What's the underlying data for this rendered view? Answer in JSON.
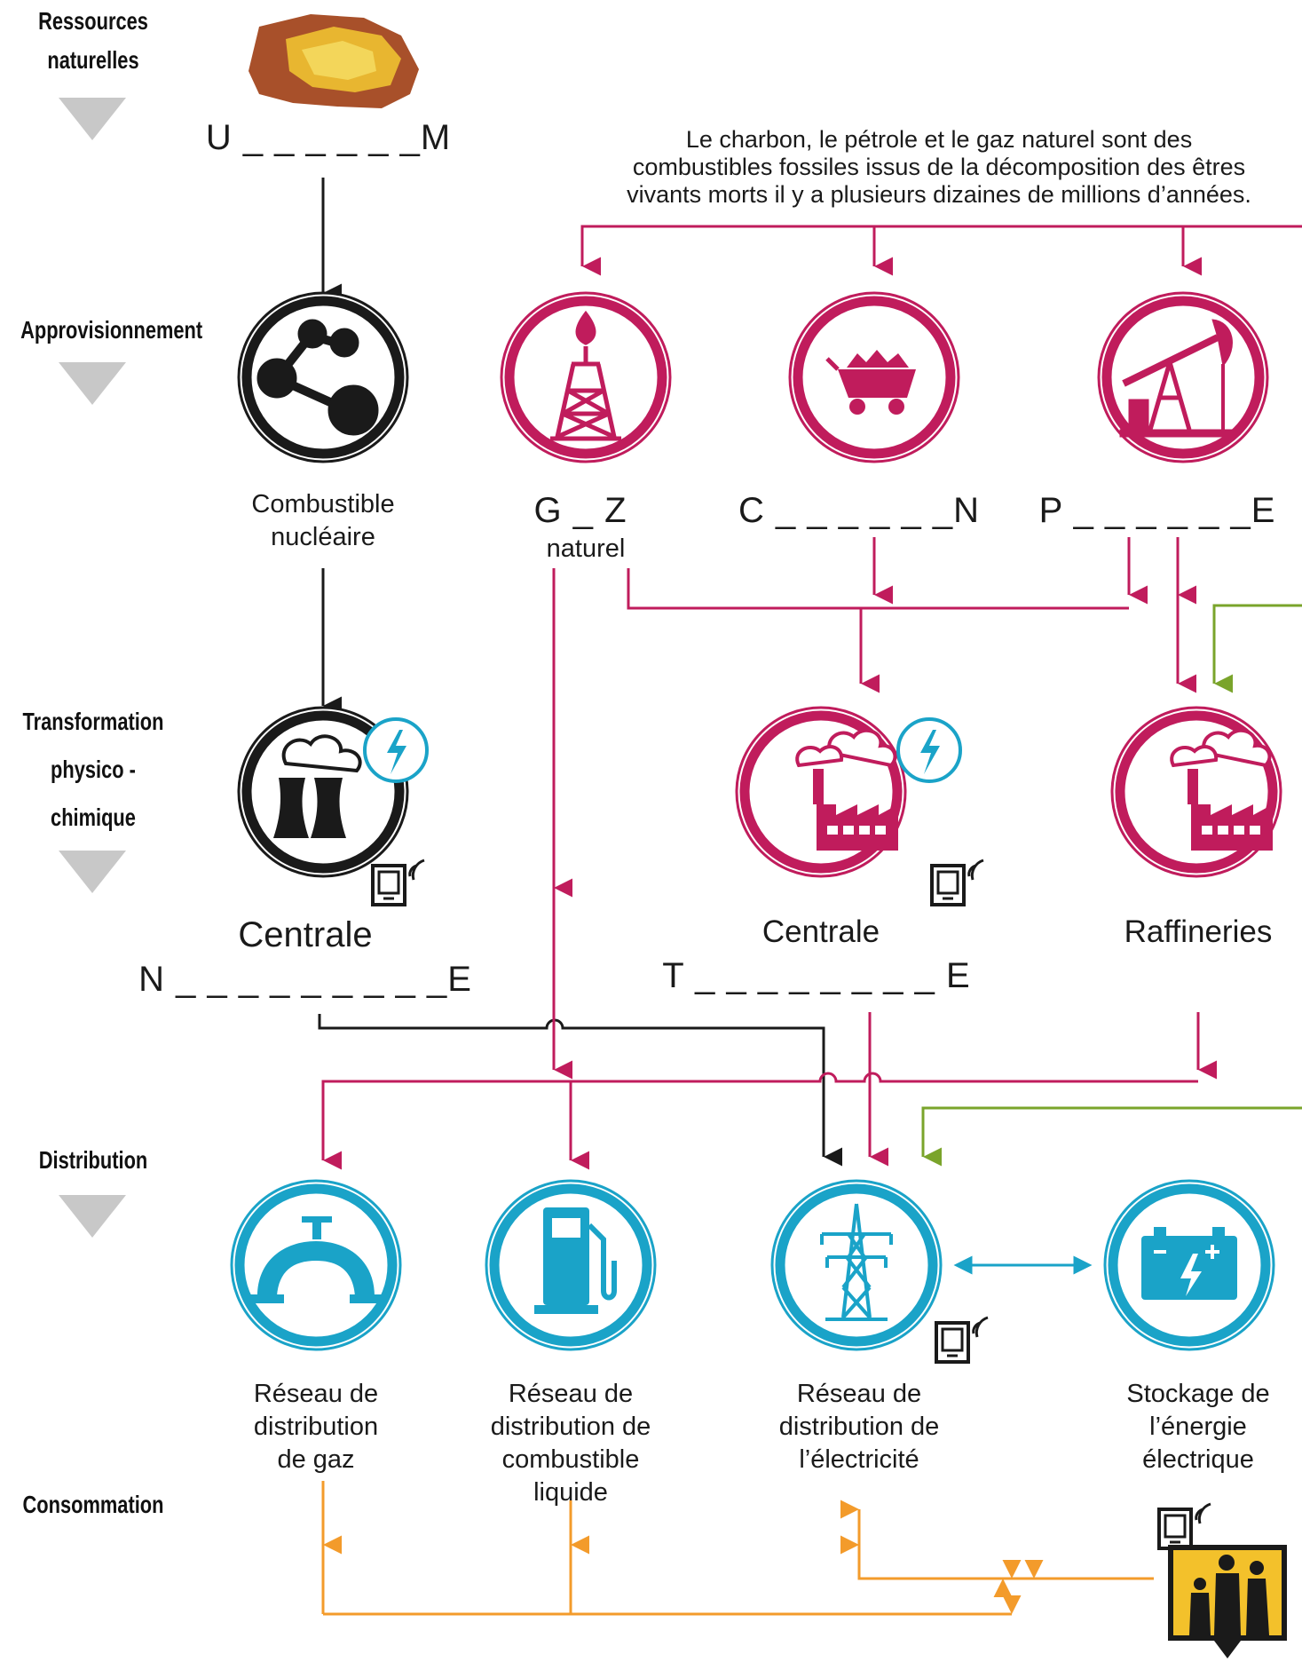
{
  "stages": {
    "resources": [
      "Ressources",
      "naturelles"
    ],
    "supply": "Approvisionnement",
    "transformation": [
      "Transformation",
      "physico -",
      "chimique"
    ],
    "distribution": "Distribution",
    "consumption": "Consommation"
  },
  "blanks": {
    "uranium": "U _ _ _ _ _ _M",
    "gas": "G _ Z",
    "gas_sub": "naturel",
    "coal": "C _ _ _ _ _ _N",
    "oil": "P _ _ _ _ _ _E",
    "nuclear": "N _ _ _ _ _ _ _ _ _E",
    "thermal": "T _ _ _ _ _ _ _ _  E"
  },
  "fossil_note": [
    "Le charbon, le pétrole et le gaz naturel sont des",
    "combustibles fossiles  issus de la décomposition des êtres",
    "vivants morts il y a plusieurs dizaines de millions d’années."
  ],
  "labels": {
    "nuclear_fuel": [
      "Combustible",
      "nucléaire"
    ],
    "centrale_nuclear": "Centrale",
    "centrale_thermal": "Centrale",
    "refineries": "Raffineries",
    "gas_network": [
      "Réseau de",
      "distribution",
      "de gaz"
    ],
    "liquid_network": [
      "Réseau de",
      "distribution de",
      "combustible",
      "liquide"
    ],
    "electric_network": [
      "Réseau de",
      "distribution de",
      "l’électricité"
    ],
    "storage": [
      "Stockage de",
      "l’énergie",
      "électrique"
    ]
  },
  "icons": {
    "nuclear_fuel": "atom-molecule-icon",
    "gas_rig": "gas-derrick-icon",
    "coal_cart": "coal-wagon-icon",
    "oil_pump": "oil-pumpjack-icon",
    "cooling_towers": "cooling-towers-icon",
    "factory_thermal": "factory-plant-icon",
    "factory_refinery": "refinery-factory-icon",
    "lightning_badge": "lightning-icon",
    "tablet_badge": "tablet-wireless-icon",
    "gas_valve": "gas-pipe-valve-icon",
    "fuel_pump": "fuel-pump-icon",
    "pylon": "power-pylon-icon",
    "battery": "battery-icon",
    "family": "family-silhouette-icon",
    "uranium_ore": "uranium-ore-rock-icon"
  },
  "colors": {
    "nuclear": "#1a1a1a",
    "fossil": "#c01c5c",
    "renewable": "#7aa42b",
    "distribution": "#1aa3c8",
    "consumption": "#f39b2b",
    "stage_arrow": "#c8c8c8"
  }
}
